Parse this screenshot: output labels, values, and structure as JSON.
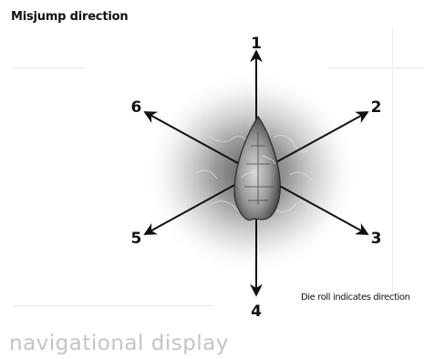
{
  "title": "Misjump direction",
  "directions": [
    {
      "number": "1",
      "angle_deg": 0
    },
    {
      "number": "2",
      "angle_deg": 60
    },
    {
      "number": "3",
      "angle_deg": 120
    },
    {
      "number": "4",
      "angle_deg": 180
    },
    {
      "number": "5",
      "angle_deg": 240
    },
    {
      "number": "6",
      "angle_deg": 300
    }
  ],
  "caption": "Die roll indicates direction",
  "footer_text": "navigational display",
  "colors": {
    "arrow": "#111111",
    "glow": "#808080",
    "ship": "#8a8a8a",
    "footer": "#c4c4c4"
  }
}
